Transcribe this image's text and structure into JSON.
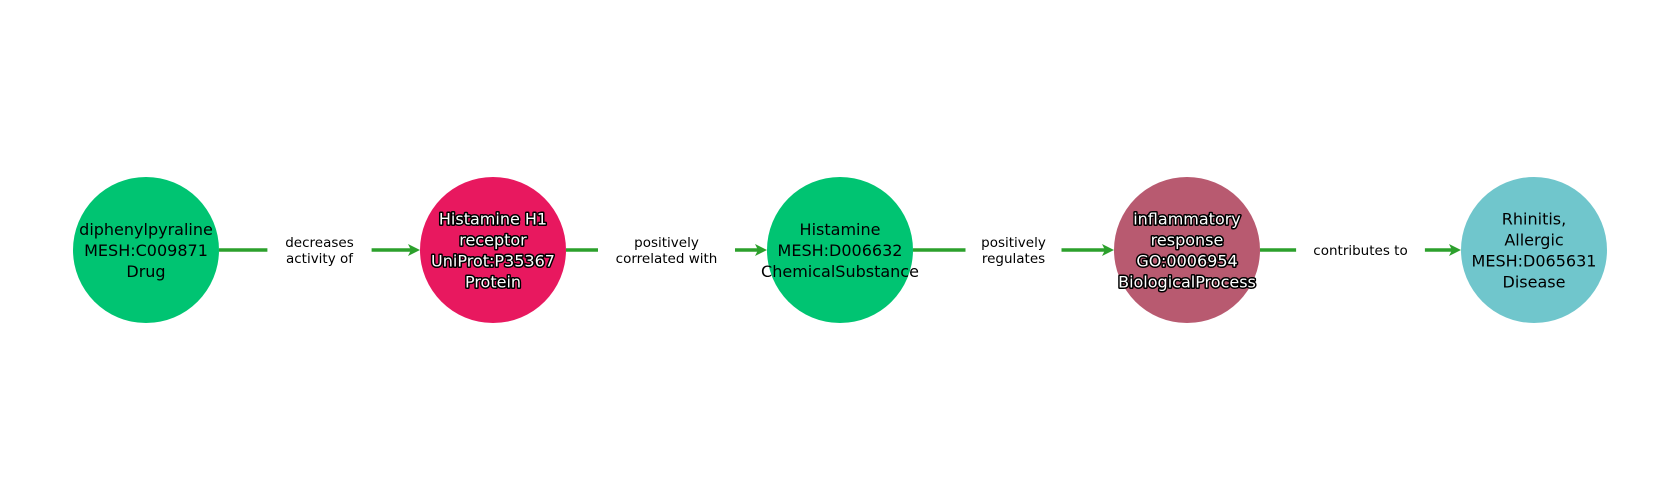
{
  "graph": {
    "edge_color": "#2ca02c",
    "nodes": [
      {
        "lines": [
          "diphenylpyraline",
          "MESH:C009871",
          "Drug"
        ],
        "color": "#00c472",
        "outlined": false
      },
      {
        "lines": [
          "Histamine H1",
          "receptor",
          "UniProt:P35367",
          "Protein"
        ],
        "color": "#e8185f",
        "outlined": true
      },
      {
        "lines": [
          "Histamine",
          "MESH:D006632",
          "ChemicalSubstance"
        ],
        "color": "#00c472",
        "outlined": false
      },
      {
        "lines": [
          "inflammatory",
          "response",
          "GO:0006954",
          "BiologicalProcess"
        ],
        "color": "#b85a70",
        "outlined": true
      },
      {
        "lines": [
          "Rhinitis,",
          "Allergic",
          "MESH:D065631",
          "Disease"
        ],
        "color": "#70c6cc",
        "outlined": false
      }
    ],
    "edges": [
      {
        "from": 0,
        "to": 1,
        "lines": [
          "decreases",
          "activity of"
        ]
      },
      {
        "from": 1,
        "to": 2,
        "lines": [
          "positively",
          "correlated with"
        ]
      },
      {
        "from": 2,
        "to": 3,
        "lines": [
          "positively",
          "regulates"
        ]
      },
      {
        "from": 3,
        "to": 4,
        "lines": [
          "contributes to"
        ]
      }
    ]
  }
}
